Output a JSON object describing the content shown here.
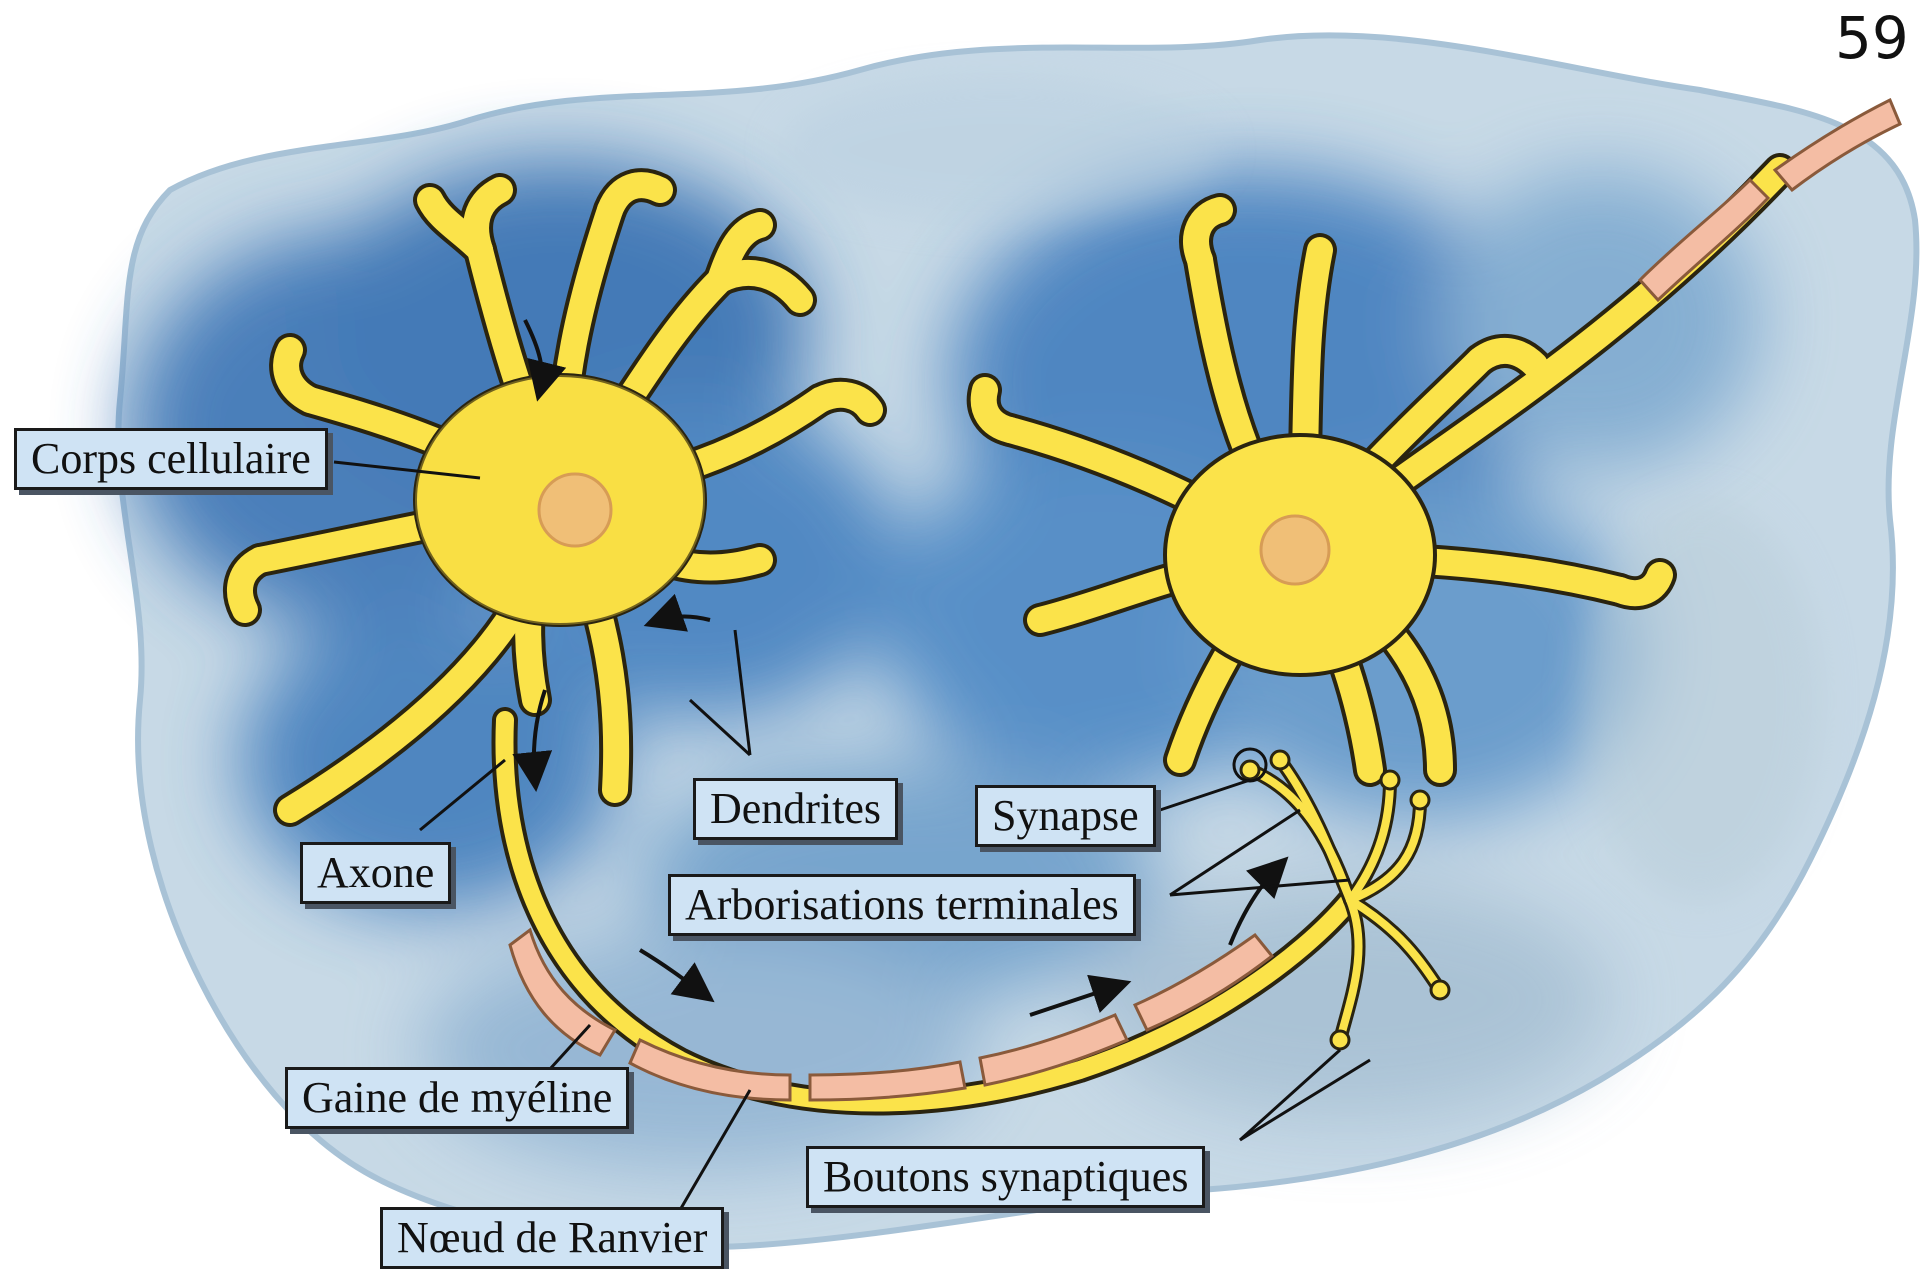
{
  "page_number": "59",
  "labels": {
    "cell_body": "Corps cellulaire",
    "dendrites": "Dendrites",
    "axon": "Axone",
    "myelin": "Gaine de myéline",
    "node_ranvier": "Nœud de Ranvier",
    "synapse": "Synapse",
    "terminal_arbor": "Arborisations terminales",
    "synaptic_buttons": "Boutons synaptiques"
  },
  "colors": {
    "background_wash": "#3f7fc0",
    "neuron_fill": "#fbe34a",
    "neuron_outline": "#2a2410",
    "nucleus": "#f0bf77",
    "myelin": "#f4bda4",
    "label_fill": "#cfe3f4"
  }
}
